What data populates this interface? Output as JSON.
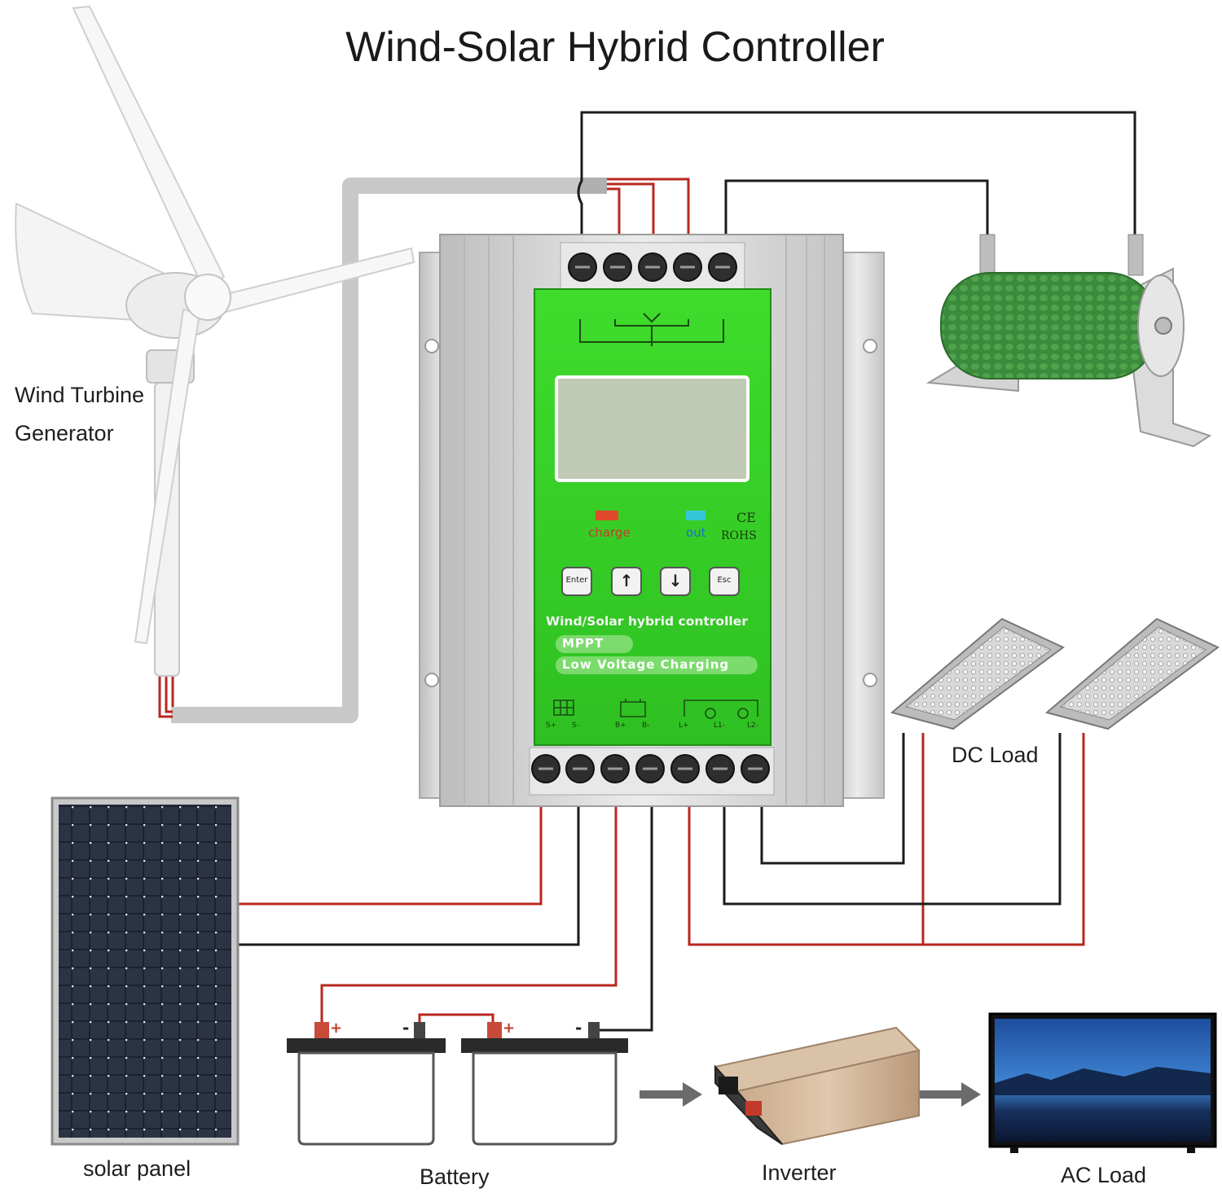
{
  "title": "Wind-Solar Hybrid Controller",
  "labels": {
    "wind_turbine_line1": "Wind Turbine",
    "wind_turbine_line2": "Generator",
    "dc_load": "DC Load",
    "solar_panel": "solar panel",
    "battery": "Battery",
    "inverter": "Inverter",
    "ac_load": "AC Load"
  },
  "controller": {
    "indicator_charge": "charge",
    "indicator_out": "out",
    "ce_mark": "CE",
    "rohs": "ROHS",
    "buttons": [
      "Enter",
      "↑",
      "↓",
      "Esc"
    ],
    "product_name": "Wind/Solar hybrid controller",
    "feature_1": "MPPT",
    "feature_2": "Low Voltage Charging",
    "terminals": [
      "S+",
      "S-",
      "B+",
      "B-",
      "L+",
      "L1-",
      "L2-"
    ]
  },
  "battery_marks": [
    "+",
    "-",
    "+",
    "-"
  ],
  "colors": {
    "controller_face": "#39d42a",
    "housing": "#d6d6d6",
    "wire_red": "#b8271f",
    "wire_black": "#1b1b1b",
    "resistor": "#3c8a3c",
    "tv_screen": "#2a5fb0"
  }
}
